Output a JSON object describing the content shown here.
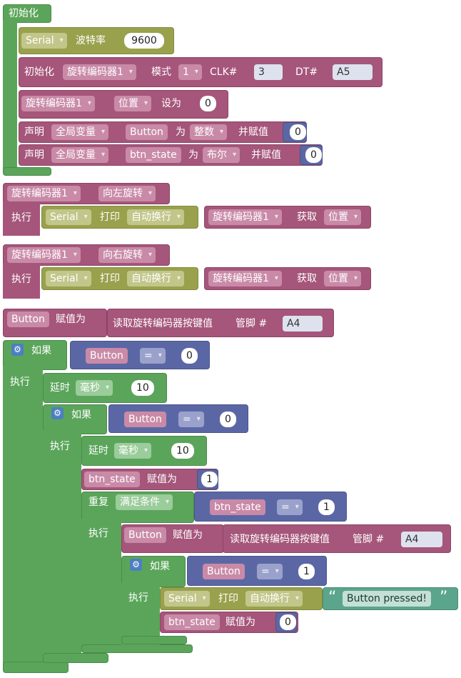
{
  "setup": {
    "title": "初始化"
  },
  "serial_baud": {
    "port": "Serial",
    "label": "波特率",
    "value": "9600"
  },
  "encoder_init": {
    "label": "初始化",
    "encoder": "旋转编码器1",
    "mode_label": "模式",
    "mode": "1",
    "clk_label": "CLK#",
    "clk": "3",
    "dt_label": "DT#",
    "dt": "A5"
  },
  "encoder_set": {
    "encoder": "旋转编码器1",
    "prop": "位置",
    "label": "设为",
    "value": "0"
  },
  "declare1": {
    "label": "声明",
    "scope": "全局变量",
    "var": "Button",
    "as_label": "为",
    "type": "整数",
    "assign_label": "并赋值",
    "value": "0"
  },
  "declare2": {
    "label": "声明",
    "scope": "全局变量",
    "var": "btn_state",
    "as_label": "为",
    "type": "布尔",
    "assign_label": "并赋值",
    "value": "0"
  },
  "event_left": {
    "encoder": "旋转编码器1",
    "event": "向左旋转",
    "do_label": "执行",
    "port": "Serial",
    "print_label": "打印",
    "mode": "自动换行",
    "encoder2": "旋转编码器1",
    "get_label": "获取",
    "prop": "位置"
  },
  "event_right": {
    "encoder": "旋转编码器1",
    "event": "向右旋转",
    "do_label": "执行",
    "port": "Serial",
    "print_label": "打印",
    "mode": "自动换行",
    "encoder2": "旋转编码器1",
    "get_label": "获取",
    "prop": "位置"
  },
  "assign_button": {
    "var": "Button",
    "label": "赋值为",
    "read_label": "读取旋转编码器按键值",
    "pin_label": "管脚 #",
    "pin": "A4"
  },
  "if1": {
    "label": "如果",
    "do_label": "执行",
    "var": "Button",
    "op": "=",
    "value": "0"
  },
  "delay1": {
    "label": "延时",
    "unit": "毫秒",
    "value": "10"
  },
  "if2": {
    "label": "如果",
    "do_label": "执行",
    "var": "Button",
    "op": "=",
    "value": "0"
  },
  "delay2": {
    "label": "延时",
    "unit": "毫秒",
    "value": "10"
  },
  "assign_state": {
    "var": "btn_state",
    "label": "赋值为",
    "value": "1"
  },
  "repeat": {
    "label": "重复",
    "mode": "满足条件",
    "do_label": "执行",
    "var": "btn_state",
    "op": "=",
    "value": "1"
  },
  "assign_button2": {
    "var": "Button",
    "label": "赋值为",
    "read_label": "读取旋转编码器按键值",
    "pin_label": "管脚 #",
    "pin": "A4"
  },
  "if3": {
    "label": "如果",
    "do_label": "执行",
    "var": "Button",
    "op": "=",
    "value": "1"
  },
  "print_pressed": {
    "port": "Serial",
    "print_label": "打印",
    "mode": "自动换行",
    "text": "Button pressed!"
  },
  "assign_state2": {
    "var": "btn_state",
    "label": "赋值为",
    "value": "0"
  },
  "icons": {
    "gear": "gear-icon",
    "quote": "quote-icon"
  },
  "colors": {
    "loop_green": "#5ba55b",
    "variable_pink": "#a5567a",
    "serial_olive": "#9aa14d",
    "math_blue": "#5b67a5",
    "text_teal": "#5ba58c"
  }
}
